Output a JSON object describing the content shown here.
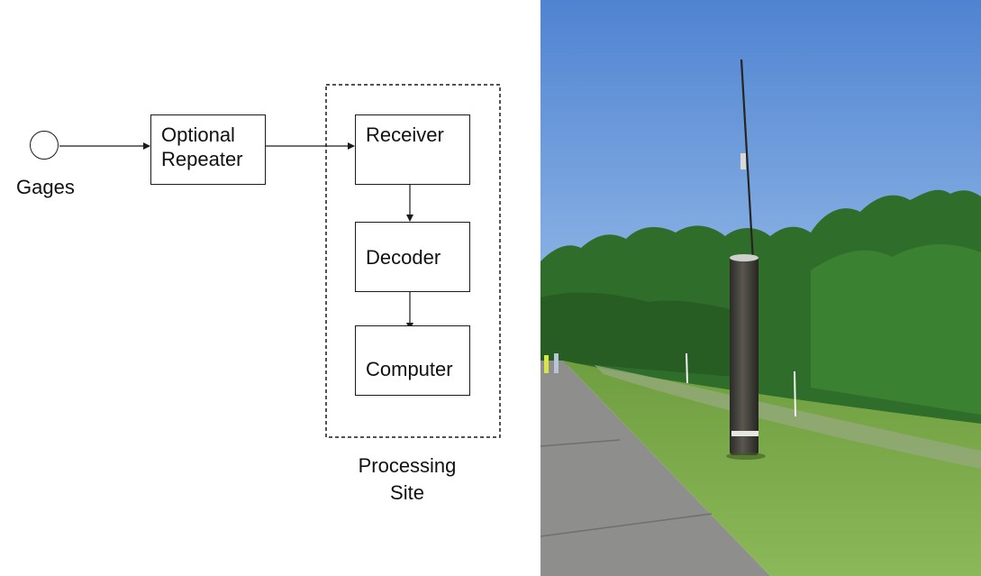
{
  "diagram": {
    "source_label": "Gages",
    "nodes": {
      "repeater": {
        "line1": "Optional",
        "line2": "Repeater"
      },
      "receiver": "Receiver",
      "decoder": "Decoder",
      "computer": "Computer"
    },
    "processing_site": {
      "line1": "Processing",
      "line2": "Site"
    },
    "line_color": "#1a1a1a"
  },
  "photo": {
    "sky_color": "#5b8fd6",
    "tree_color": "#2f6d2a",
    "grass_color": "#7fae4c",
    "path_color": "#8e8f8d",
    "pole_color": "#3a3834"
  }
}
